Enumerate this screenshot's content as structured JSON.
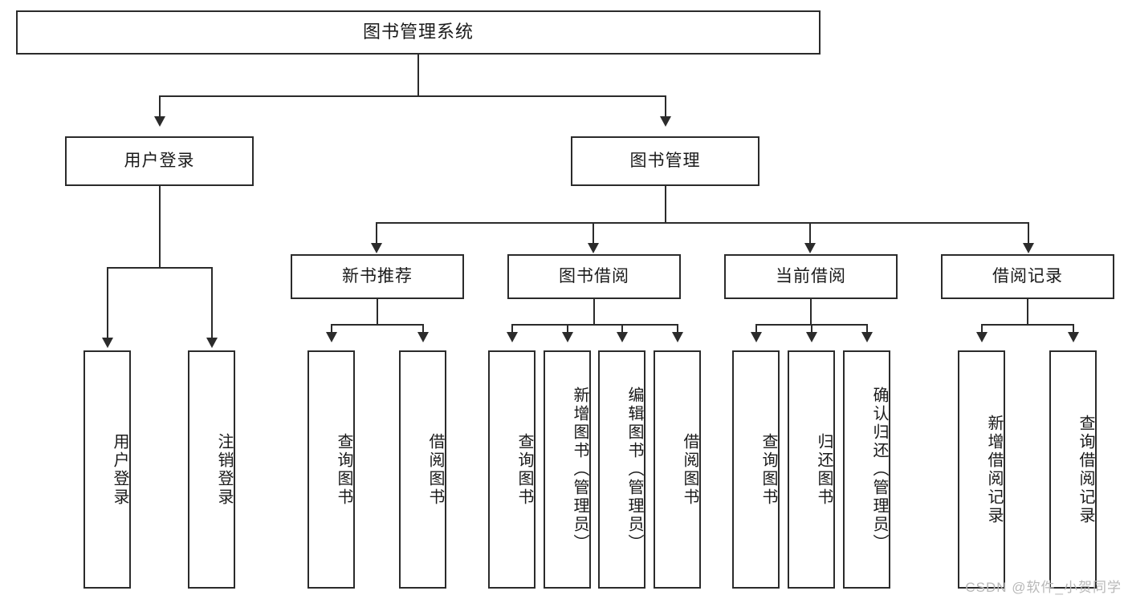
{
  "diagram": {
    "title": "图书管理系统",
    "type": "tree",
    "watermark": "CSDN @软件_小贺同学",
    "line_color": "#2b2b2b",
    "box_fill": "#ffffff",
    "text_color": "#1a1a1a"
  },
  "root": {
    "label": "图书管理系统"
  },
  "level2": [
    {
      "label": "用户登录"
    },
    {
      "label": "图书管理"
    }
  ],
  "level3": [
    {
      "label": "新书推荐"
    },
    {
      "label": "图书借阅"
    },
    {
      "label": "当前借阅"
    },
    {
      "label": "借阅记录"
    }
  ],
  "leaves": {
    "user_login": [
      {
        "label": "用户登录"
      },
      {
        "label": "注销登录"
      }
    ],
    "new_book_recommend": [
      {
        "label": "查询图书"
      },
      {
        "label": "借阅图书"
      }
    ],
    "book_borrow": [
      {
        "label": "查询图书"
      },
      {
        "label": "新增图书（管理员）"
      },
      {
        "label": "编辑图书（管理员）"
      },
      {
        "label": "借阅图书"
      }
    ],
    "current_borrow": [
      {
        "label": "查询图书"
      },
      {
        "label": "归还图书"
      },
      {
        "label": "确认归还（管理员）"
      }
    ],
    "borrow_record": [
      {
        "label": "新增借阅记录"
      },
      {
        "label": "查询借阅记录"
      }
    ]
  }
}
